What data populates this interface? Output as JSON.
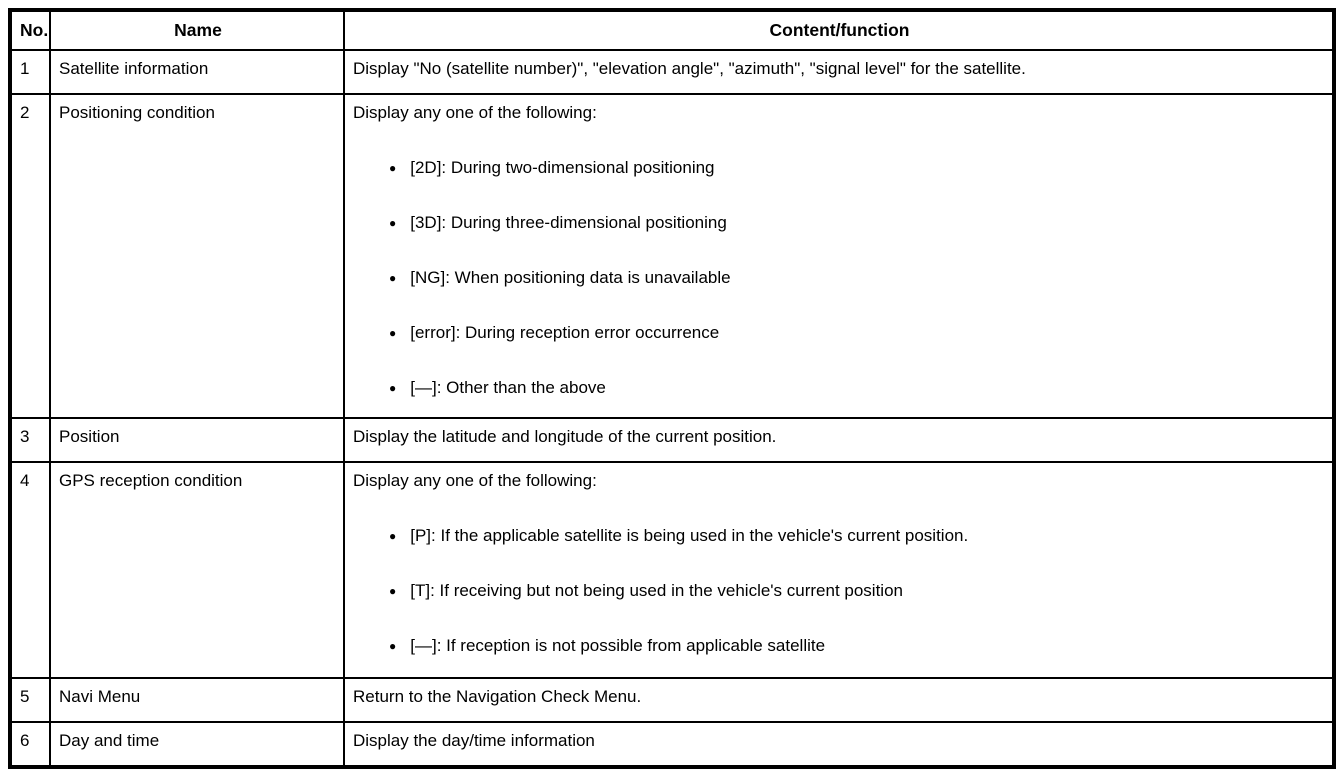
{
  "icons": {
    "bullet": "●"
  },
  "table": {
    "headers": {
      "no": "No.",
      "name": "Name",
      "content": "Content/function"
    },
    "rows": [
      {
        "no": "1",
        "name": "Satellite information",
        "intro": "Display \"No (satellite number)\", \"elevation angle\", \"azimuth\", \"signal level\" for the satellite.",
        "bullets": []
      },
      {
        "no": "2",
        "name": "Positioning condition",
        "intro": "Display any one of the following:",
        "bullets": [
          "[2D]: During two-dimensional positioning",
          "[3D]: During three-dimensional positioning",
          "[NG]: When positioning data is unavailable",
          "[error]: During reception error occurrence",
          "[—]: Other than the above"
        ]
      },
      {
        "no": "3",
        "name": "Position",
        "intro": "Display the latitude and longitude of the current position.",
        "bullets": []
      },
      {
        "no": "4",
        "name": "GPS reception condition",
        "intro": "Display any one of the following:",
        "bullets": [
          "[P]: If the applicable satellite is being used in the vehicle's current position.",
          "[T]: If receiving but not being used in the vehicle's current position",
          "[—]: If reception is not possible from applicable satellite"
        ]
      },
      {
        "no": "5",
        "name": "Navi Menu",
        "intro": "Return to the Navigation Check Menu.",
        "bullets": []
      },
      {
        "no": "6",
        "name": "Day and time",
        "intro": "Display the day/time information",
        "bullets": []
      }
    ]
  }
}
